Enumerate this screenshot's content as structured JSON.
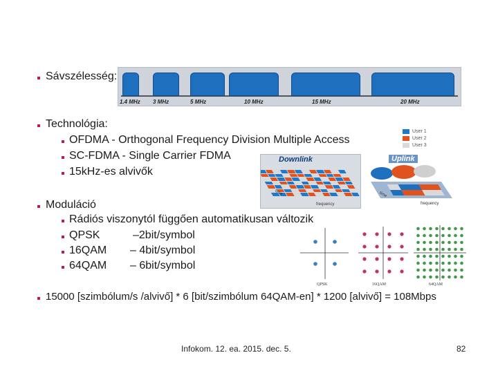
{
  "bullets": {
    "bandwidth": "Sávszélesség:",
    "technology": "Technológia:",
    "technology_items": [
      "OFDMA - Orthogonal Frequency Division Multiple Access",
      "SC-FDMA - Single Carrier FDMA",
      "15kHz-es alvivők"
    ],
    "modulation": "Moduláció",
    "modulation_items": [
      "Rádiós viszonytól függően automatikusan változik",
      "QPSK",
      "16QAM",
      "64QAM"
    ],
    "modulation_bits": [
      "",
      "–2bit/symbol",
      "– 4bit/symbol",
      "– 6bit/symbol"
    ],
    "formula": "15000 [szimbólum/s /alvivő] * 6 [bit/szimbólum 64QAM-en] * 1200 [alvivő] = 108Mbps"
  },
  "bandwidth_figure": {
    "labels": [
      "1.4 MHz",
      "3 MHz",
      "5 MHz",
      "10 MHz",
      "15 MHz",
      "20 MHz"
    ]
  },
  "legend": {
    "items": [
      "User 1",
      "User 2",
      "User 3"
    ],
    "colors": [
      "#1f78c8",
      "#e0531f",
      "#d9d9d9"
    ]
  },
  "downlink": {
    "title": "Downlink",
    "x_axis": "frequency",
    "y_axis": "time"
  },
  "uplink": {
    "title": "Uplink",
    "x_axis": "frequency",
    "y_axis": "time"
  },
  "constellations": {
    "labels": [
      "QPSK",
      "16QAM",
      "64QAM"
    ],
    "colors": {
      "qpsk": "#3a7fc1",
      "qam16": "#c0335a",
      "qam64": "#3f9a4a"
    }
  },
  "footer": {
    "text": "Infokom. 12. ea. 2015. dec.  5.",
    "page": "82"
  }
}
